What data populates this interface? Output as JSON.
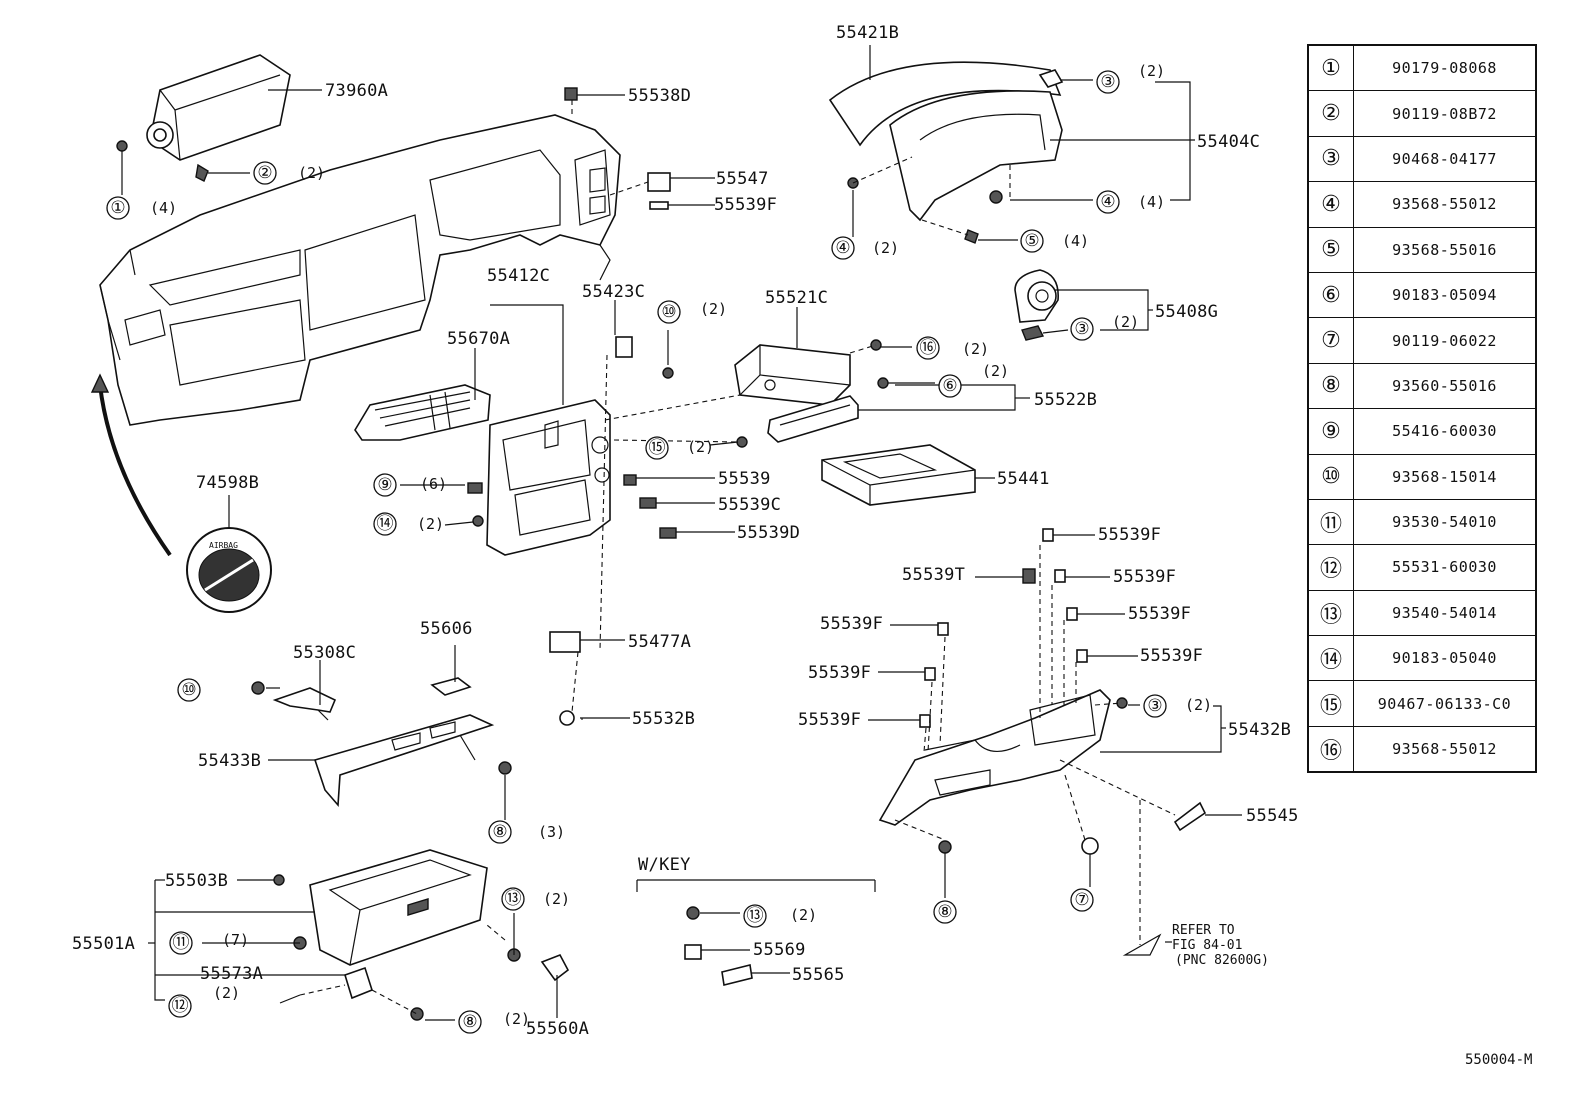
{
  "figure_id": "550004-M",
  "legend": [
    {
      "index": "①",
      "part_number": "90179-08068"
    },
    {
      "index": "②",
      "part_number": "90119-08B72"
    },
    {
      "index": "③",
      "part_number": "90468-04177"
    },
    {
      "index": "④",
      "part_number": "93568-55012"
    },
    {
      "index": "⑤",
      "part_number": "93568-55016"
    },
    {
      "index": "⑥",
      "part_number": "90183-05094"
    },
    {
      "index": "⑦",
      "part_number": "90119-06022"
    },
    {
      "index": "⑧",
      "part_number": "93560-55016"
    },
    {
      "index": "⑨",
      "part_number": "55416-60030"
    },
    {
      "index": "⑩",
      "part_number": "93568-15014"
    },
    {
      "index": "⑪",
      "part_number": "93530-54010"
    },
    {
      "index": "⑫",
      "part_number": "55531-60030"
    },
    {
      "index": "⑬",
      "part_number": "93540-54014"
    },
    {
      "index": "⑭",
      "part_number": "90183-05040"
    },
    {
      "index": "⑮",
      "part_number": "90467-06133-C0"
    },
    {
      "index": "⑯",
      "part_number": "93568-55012"
    }
  ],
  "part_labels": {
    "p73960A": "73960A",
    "p55538D": "55538D",
    "p55547": "55547",
    "p55539F_top": "55539F",
    "p55421B": "55421B",
    "p55404C": "55404C",
    "p55408G": "55408G",
    "p55412C": "55412C",
    "p55670A": "55670A",
    "p55423C": "55423C",
    "p55521C": "55521C",
    "p55522B": "55522B",
    "p55441": "55441",
    "p74598B": "74598B",
    "p55539": "55539",
    "p55539C": "55539C",
    "p55539D": "55539D",
    "p55539F_a": "55539F",
    "p55539T": "55539T",
    "p55539F_b": "55539F",
    "p55539F_c": "55539F",
    "p55539F_d": "55539F",
    "p55539F_e": "55539F",
    "p55539F_f": "55539F",
    "p55539F_g": "55539F",
    "p55432B": "55432B",
    "p55545": "55545",
    "p55606": "55606",
    "p55308C": "55308C",
    "p55477A": "55477A",
    "p55532B": "55532B",
    "p55433B": "55433B",
    "p55503B": "55503B",
    "p55501A": "55501A",
    "p55573A": "55573A",
    "p55560A": "55560A",
    "p55569": "55569",
    "p55565": "55565"
  },
  "callouts": {
    "c1": {
      "n": "①",
      "qty": "(4)"
    },
    "c2": {
      "n": "②",
      "qty": "(2)"
    },
    "c3a": {
      "n": "③",
      "qty": "(2)"
    },
    "c4a": {
      "n": "④",
      "qty": "(4)"
    },
    "c4b": {
      "n": "④",
      "qty": "(2)"
    },
    "c5": {
      "n": "⑤",
      "qty": "(4)"
    },
    "c3b": {
      "n": "③",
      "qty": "(2)"
    },
    "c10a": {
      "n": "⑩",
      "qty": "(2)"
    },
    "c16": {
      "n": "⑯",
      "qty": "(2)"
    },
    "c6": {
      "n": "⑥",
      "qty": "(2)"
    },
    "c15": {
      "n": "⑮",
      "qty": "(2)"
    },
    "c9": {
      "n": "⑨",
      "qty": "(6)"
    },
    "c14": {
      "n": "⑭",
      "qty": "(2)"
    },
    "c3c": {
      "n": "③",
      "qty": "(2)"
    },
    "c10b": {
      "n": "⑩"
    },
    "c8a": {
      "n": "⑧",
      "qty": "(3)"
    },
    "c8b": {
      "n": "⑧"
    },
    "c7": {
      "n": "⑦"
    },
    "c13a": {
      "n": "⑬",
      "qty": "(2)"
    },
    "c11": {
      "n": "⑪",
      "qty": "(7)"
    },
    "c12": {
      "n": "⑫",
      "qty": "(2)"
    },
    "c8c": {
      "n": "⑧",
      "qty": "(2)"
    },
    "c13b": {
      "n": "⑬",
      "qty": "(2)"
    }
  },
  "texts": {
    "wkey": "W/KEY",
    "refer1": "REFER TO",
    "refer2": "FIG 84-01",
    "refer3": "(PNC 82600G)",
    "airbag": "AIRBAG"
  }
}
